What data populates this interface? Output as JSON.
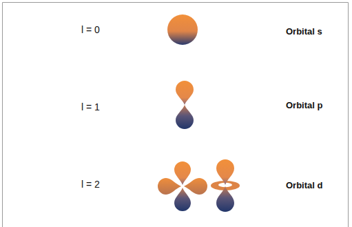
{
  "diagram": {
    "labels": [
      "l = 0",
      "Orbital s",
      "l = 1",
      "Orbital p",
      "l = 2",
      "Orbital d"
    ]
  }
}
